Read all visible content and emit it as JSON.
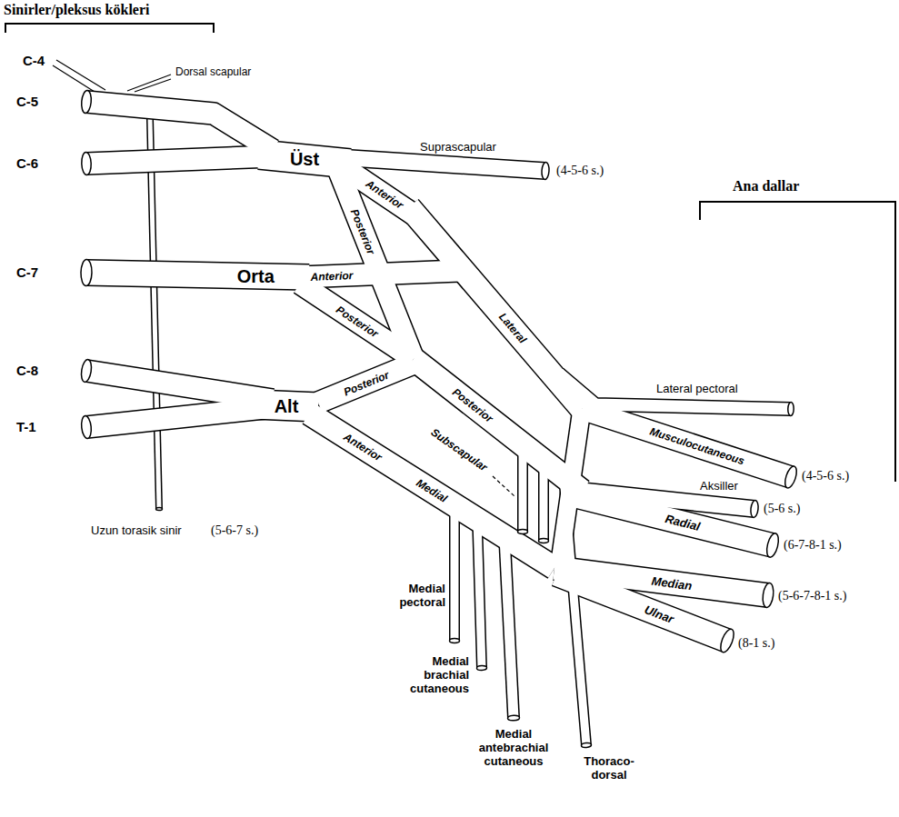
{
  "diagram": {
    "labels": [
      "Sinirler/pleksus kökleri",
      "C-4",
      "Dorsal scapular",
      "C-5",
      "Üst",
      "Suprascapular",
      "(4-5-6 s.)",
      "C-6",
      "Anterior",
      "Posterior",
      "C-7",
      "Orta",
      "Anterior",
      "Posterior",
      "Lateral",
      "Ana dallar",
      "Lateral pectoral",
      "C-8",
      "Alt",
      "Posterior",
      "Posterior",
      "T-1",
      "Anterior",
      "Subscapular",
      "Medial",
      "Musculocutaneous",
      "(4-5-6 s.)",
      "Aksiller",
      "(5-6 s.)",
      "Uzun torasik sinir",
      "(5-6-7 s.)",
      "Radial",
      "(6-7-8-1 s.)",
      "Median",
      "(5-6-7-8-1 s.)",
      "Ulnar",
      "(8-1 s.)",
      "Medial pectoral",
      "Medial brachial cutaneous",
      "Medial antebrachial cutaneous",
      "Thoraco- dorsal"
    ]
  }
}
